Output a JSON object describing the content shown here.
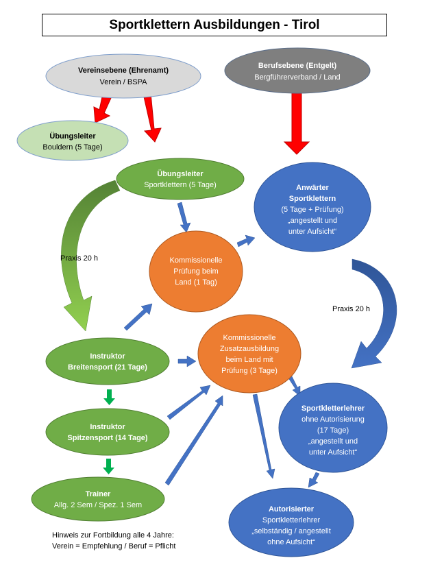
{
  "title": "Sportklettern Ausbildungen - Tirol",
  "nodes": {
    "vereinsebene": {
      "line1": "Vereinsebene (Ehrenamt)",
      "line2": "Verein / BSPA"
    },
    "berufsebene": {
      "line1": "Berufsebene (Entgelt)",
      "line2": "Bergführerverband / Land"
    },
    "ul_bouldern": {
      "line1": "Übungsleiter",
      "line2": "Bouldern (5 Tage)"
    },
    "ul_sportklettern": {
      "line1": "Übungsleiter",
      "line2": "Sportklettern (5 Tage)"
    },
    "anwaerter": {
      "line1": "Anwärter",
      "line2": "Sportklettern",
      "line3": "(5 Tage + Prüfung)",
      "line4": "„angestellt und",
      "line5": "unter Aufsicht“"
    },
    "komm_pruefung": {
      "line1": "Kommissionelle",
      "line2": "Prüfung beim",
      "line3": "Land (1 Tag)"
    },
    "komm_zusatz": {
      "line1": "Kommissionelle",
      "line2": "Zusatzausbildung",
      "line3": "beim Land mit",
      "line4": "Prüfung (3 Tage)"
    },
    "instr_breiten": {
      "line1": "Instruktor",
      "line2": "Breitensport (21 Tage)"
    },
    "instr_spitzen": {
      "line1": "Instruktor",
      "line2": "Spitzensport (14 Tage)"
    },
    "trainer": {
      "line1": "Trainer",
      "line2": "Allg. 2 Sem / Spez. 1 Sem"
    },
    "sklehrer_ohne": {
      "line1": "Sportkletterlehrer",
      "line2": "ohne Autorisierung",
      "line3": "(17 Tage)",
      "line4": "„angestellt und",
      "line5": "unter Aufsicht“"
    },
    "sklehrer_aut": {
      "line1": "Autorisierter",
      "line2": "Sportkletterlehrer",
      "line3": "„selbständig / angestellt",
      "line4": "ohne Aufsicht“"
    }
  },
  "labels": {
    "praxis_left": "Praxis 20 h",
    "praxis_right": "Praxis 20 h"
  },
  "note": {
    "line1": "Hinweis zur Fortbildung alle 4 Jahre:",
    "line2": "Verein = Empfehlung / Beruf = Pflicht"
  },
  "colors": {
    "grey_light": "#d9d9d9",
    "grey_dark": "#7f7f7f",
    "green_light": "#c5e0b4",
    "green": "#70ad47",
    "orange": "#ed7d31",
    "blue": "#4472c4",
    "red_arrow": "#ff0000",
    "blue_arrow": "#4472c4",
    "green_arrow": "#00b050"
  }
}
